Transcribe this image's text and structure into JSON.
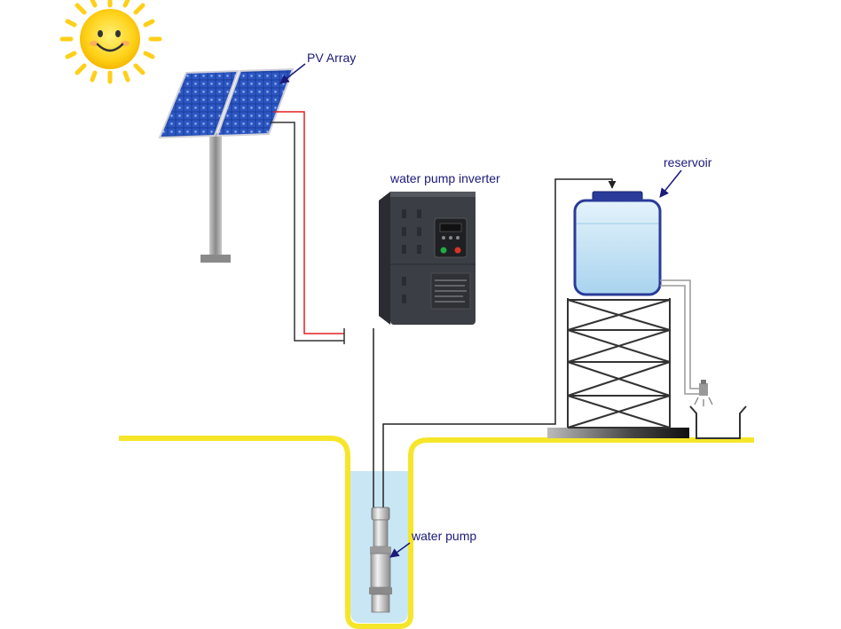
{
  "labels": {
    "pv_array": "PV Array",
    "inverter": "water pump inverter",
    "reservoir": "reservoir",
    "pump": "water pump"
  },
  "colors": {
    "label_text": "#1a1a7a",
    "ground": "#f5e62a",
    "water": "#c9e6f5",
    "positive_wire": "#e02020",
    "negative_wire": "#333333",
    "solar_panel": "#1e3f9e",
    "sun": "#ffd21a",
    "inverter_body": "#3b3e45"
  },
  "icons": [
    "sun-icon",
    "solar-panel-icon",
    "inverter-icon",
    "water-tank-icon",
    "faucet-icon",
    "submersible-pump-icon"
  ]
}
